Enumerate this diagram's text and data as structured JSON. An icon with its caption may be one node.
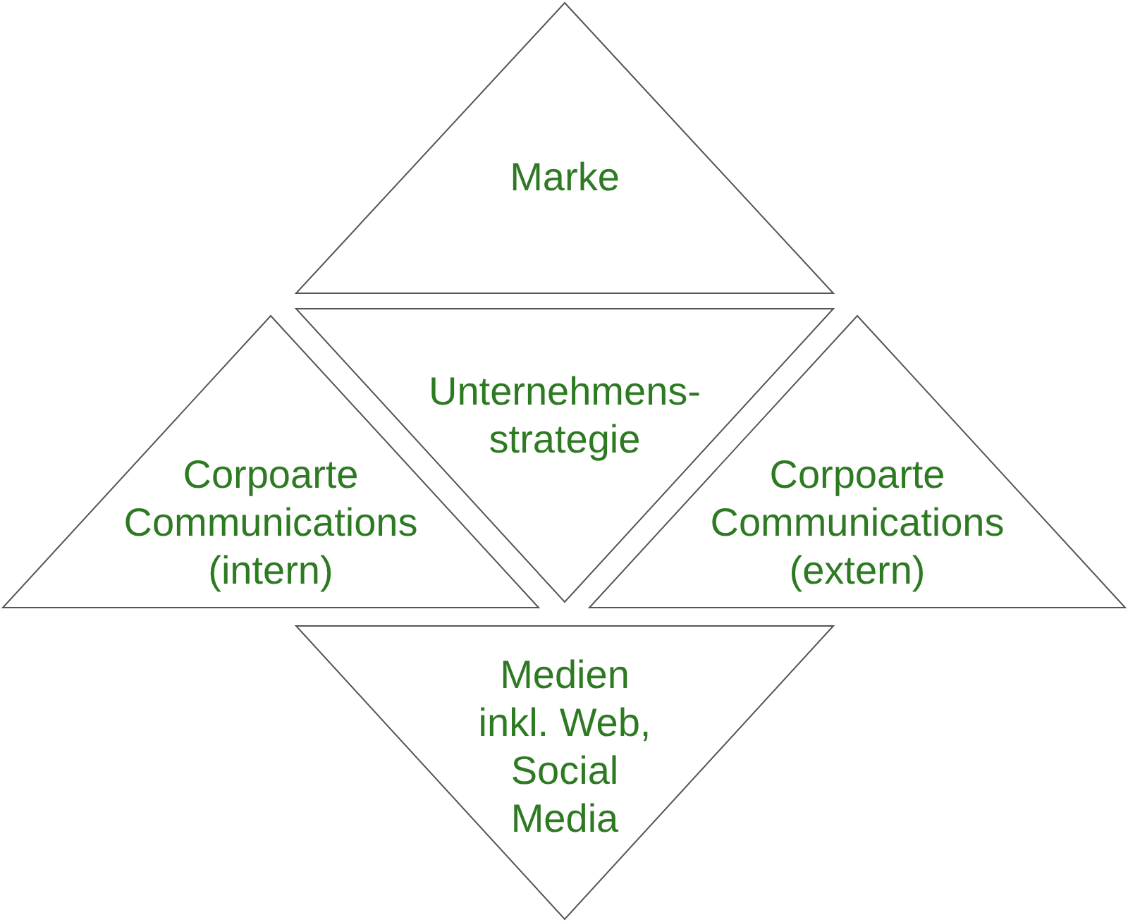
{
  "diagram": {
    "nodes": [
      {
        "text": [
          "Marke"
        ]
      },
      {
        "text": [
          "Corpoarte Communications (intern)"
        ]
      },
      {
        "text": [
          "Unternehmens- strategie"
        ]
      },
      {
        "text": [
          "Corpoarte Communications (extern)"
        ]
      },
      {
        "text": [
          "Medien inkl. Web, Social Media"
        ]
      }
    ]
  }
}
